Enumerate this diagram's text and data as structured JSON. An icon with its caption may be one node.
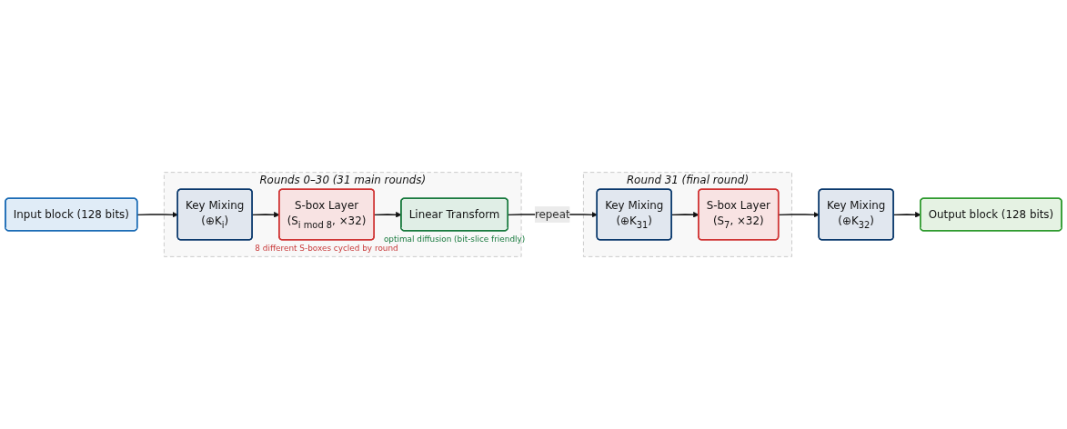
{
  "diagram": {
    "nodes": [
      {
        "text": [
          "Input block (128 bits)"
        ]
      },
      {
        "text": [
          "Rounds 0–30 (31 main rounds)"
        ]
      },
      {
        "text": [
          "Key Mixing",
          "(⊕K$_{i}$)"
        ],
        "in": 1
      },
      {
        "text": [
          "S-box Layer",
          "(S$_{i mod 8}$, ×32)"
        ],
        "in": 1,
        "beside": [
          "8 different S-boxes cycled by round"
        ]
      },
      {
        "text": [
          "Linear Transform"
        ],
        "in": 1,
        "beside": [
          "optimal diffusion (bit-slice friendly)"
        ]
      },
      {
        "text": [
          "Round 31 (final round)"
        ]
      },
      {
        "text": [
          "Key Mixing",
          "(⊕K$_{31}$)"
        ],
        "in": 5
      },
      {
        "text": [
          "S-box Layer",
          "(S$_{7}$, ×32)"
        ],
        "in": 5
      },
      {
        "text": [
          "Key Mixing",
          "(⊕K$_{32}$)"
        ]
      },
      {
        "text": [
          "Output block (128 bits)"
        ]
      }
    ],
    "edges": [
      {
        "from": 0,
        "to": 2,
        "arrow": "to"
      },
      {
        "from": 2,
        "to": 3,
        "arrow": "to"
      },
      {
        "from": 3,
        "to": 4,
        "arrow": "to"
      },
      {
        "from": 4,
        "to": 6,
        "arrow": "to",
        "label": "repeat"
      },
      {
        "from": 6,
        "to": 7,
        "arrow": "to"
      },
      {
        "from": 7,
        "to": 8,
        "arrow": "to"
      },
      {
        "from": 8,
        "to": 9,
        "arrow": "to"
      }
    ]
  }
}
